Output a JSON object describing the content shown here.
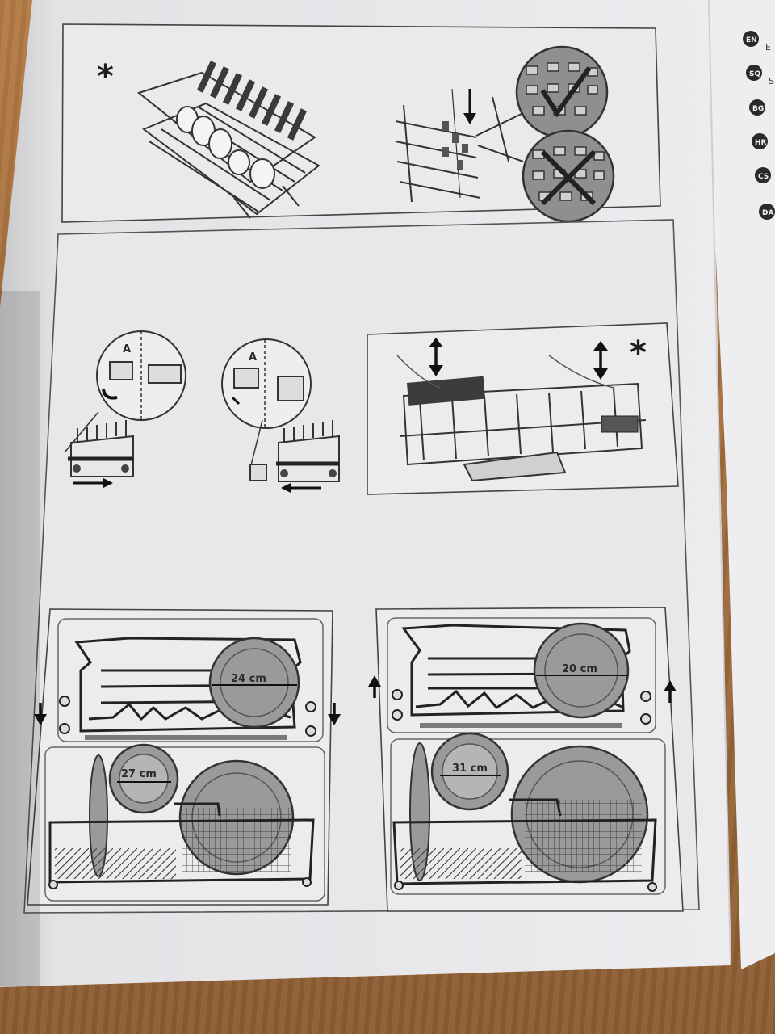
{
  "panel_top": {
    "star": "*"
  },
  "panel_middle": {
    "letter_a_left": "A",
    "letter_a_right": "A",
    "star": "*"
  },
  "panel_bottom_left": {
    "upper_plate_size": "24 cm",
    "lower_plate_size": "27 cm"
  },
  "panel_bottom_right": {
    "upper_plate_size": "20 cm",
    "lower_plate_size": "31 cm"
  },
  "language_tabs": [
    "EN",
    "SQ",
    "BG",
    "HR",
    "CS",
    "DA"
  ],
  "side_text": [
    "E",
    "S"
  ],
  "colors": {
    "paper": "#e9e9ec",
    "ink": "#2b2b2b",
    "plate_fill": "#9a9a9a",
    "wood": "#a8723f"
  }
}
